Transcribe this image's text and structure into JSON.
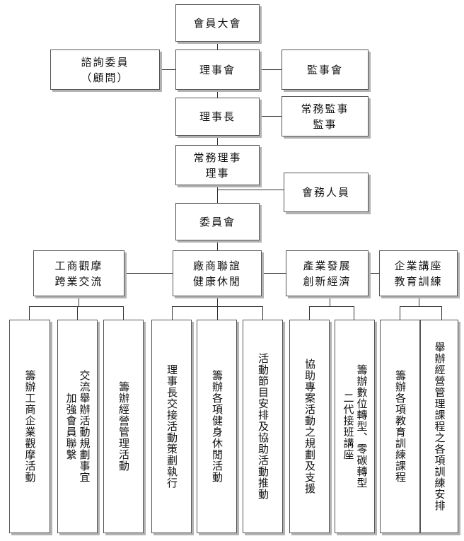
{
  "chart": {
    "general_assembly": "會員大會",
    "advisory": "諮詢委員\n（顧問）",
    "board": "理事會",
    "supervisors": "監事會",
    "chairman": "理事長",
    "standing_supervisors": "常務監事\n監事",
    "standing_directors": "常務理事\n理事",
    "staff": "會務人員",
    "committees": "委員會",
    "branches": [
      {
        "label": "工商觀摩\n跨業交流",
        "tasks": [
          "籌辦工商企業觀摩活動",
          "交流舉辦活動規劃事宜\n加強會員聯繫",
          "籌辦經營管理活動"
        ]
      },
      {
        "label": "廠商聯誼\n健康休閒",
        "tasks": [
          "理事長交接活動策劃執行",
          "籌辦各項健身休閒活動",
          "活動節目安排及協助活動推動"
        ]
      },
      {
        "label": "產業發展\n創新經濟",
        "tasks": [
          "協助專案活動之規劃及支援",
          "籌辦數位轉型、零碳轉型\n二代接班講座"
        ]
      },
      {
        "label": "企業講座\n教育訓練",
        "tasks": [
          "籌辦各項教育訓練課程",
          "舉辦經營管理課程之各項訓練安排"
        ]
      }
    ]
  }
}
